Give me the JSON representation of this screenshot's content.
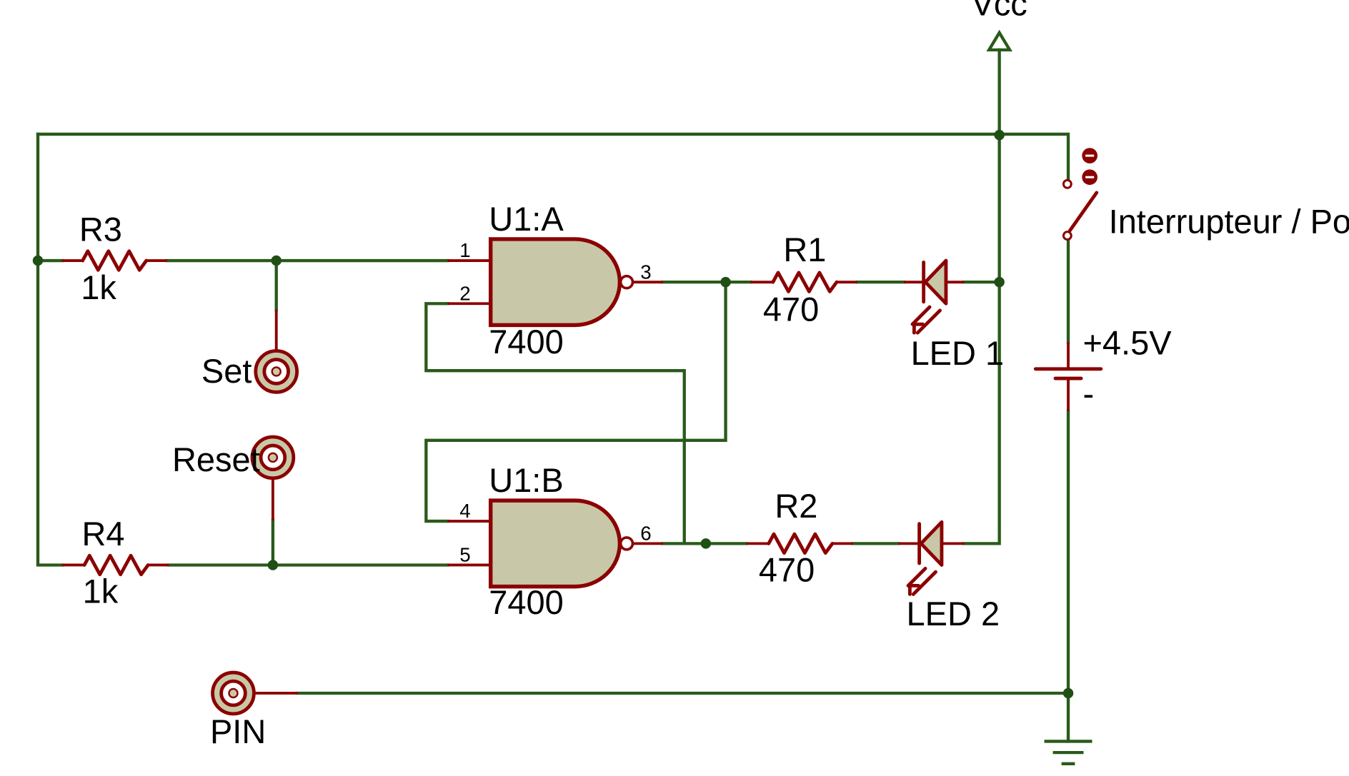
{
  "power": {
    "vcc_label": "Vcc",
    "battery_plus": "+4.5V",
    "battery_minus": "-"
  },
  "switch": {
    "label": "Interrupteur / Power"
  },
  "gates": {
    "a": {
      "ref": "U1:A",
      "part": "7400",
      "pins": [
        "1",
        "2",
        "3"
      ]
    },
    "b": {
      "ref": "U1:B",
      "part": "7400",
      "pins": [
        "4",
        "5",
        "6"
      ]
    }
  },
  "resistors": {
    "r1": {
      "ref": "R1",
      "value": "470"
    },
    "r2": {
      "ref": "R2",
      "value": "470"
    },
    "r3": {
      "ref": "R3",
      "value": "1k"
    },
    "r4": {
      "ref": "R4",
      "value": "1k"
    }
  },
  "leds": {
    "led1": "LED 1",
    "led2": "LED 2"
  },
  "terminals": {
    "set": "Set",
    "reset": "Reset",
    "pin": "PIN"
  },
  "colors": {
    "wire": "#2a5a1a",
    "component": "#8b0000",
    "gate_fill": "#c8c8a8"
  }
}
